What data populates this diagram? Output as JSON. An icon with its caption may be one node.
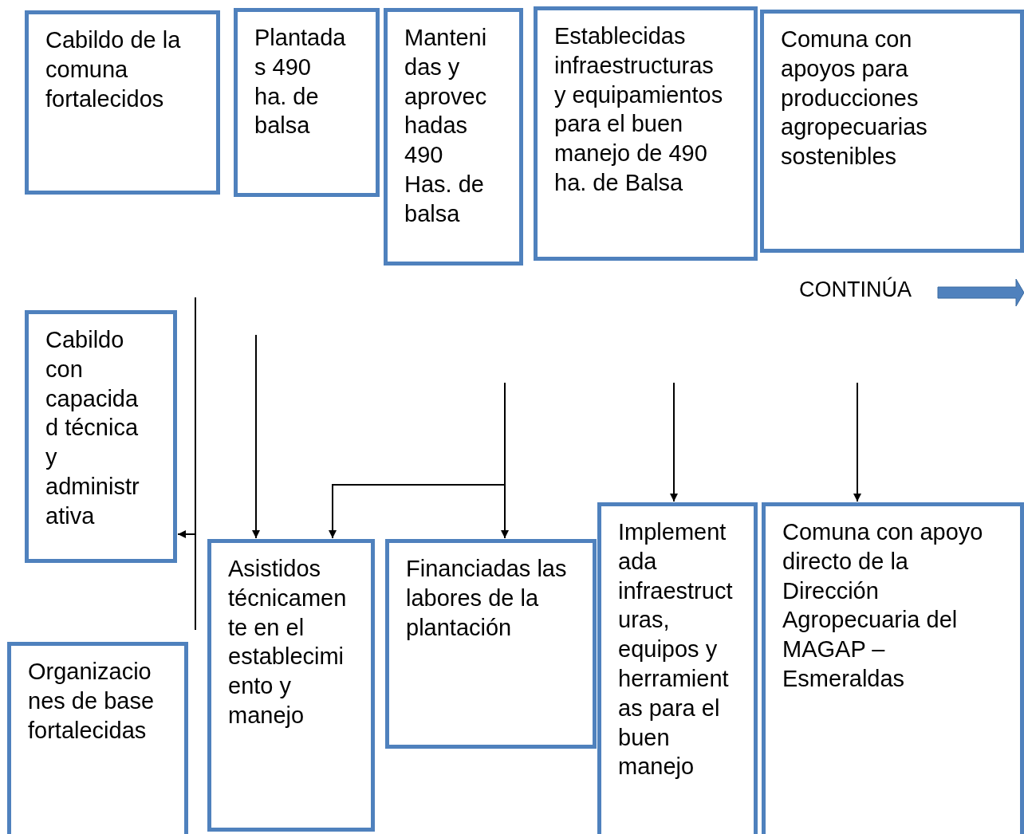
{
  "diagram": {
    "nodes": [
      {
        "text": [
          "Cabildo de la comuna fortalecidos"
        ]
      },
      {
        "text": [
          "Plantadas 490 ha. de balsa"
        ]
      },
      {
        "text": [
          "Mantenidas y aprovechadas 490 Has. de balsa"
        ]
      },
      {
        "text": [
          "Establecidas infraestructuras y equipamientos para el buen manejo de 490 ha. de Balsa"
        ]
      },
      {
        "text": [
          "Comuna con apoyos para producciones agropecuarias sostenibles"
        ]
      },
      {
        "text": [
          "Cabildo con capacidad técnica y administrativa"
        ]
      },
      {
        "text": [
          "Asistidos técnicamente en el establecimiento y manejo"
        ]
      },
      {
        "text": [
          "Financiadas las labores de la plantación"
        ]
      },
      {
        "text": [
          "Implementada infraestructuras, equipos y herramientas para el buen manejo"
        ]
      },
      {
        "text": [
          "Comuna con apoyo directo de la Dirección Agropecuaria del MAGAP – Esmeraldas"
        ]
      },
      {
        "text": [
          "Organizaciones de base fortalecidas"
        ]
      }
    ],
    "edges": [
      {
        "from": null,
        "to": 5,
        "arrow": "to"
      },
      {
        "from": null,
        "to": 6,
        "arrow": "to"
      },
      {
        "from": null,
        "to": 7,
        "arrow": "to"
      },
      {
        "from": null,
        "to": 6,
        "arrow": "to"
      },
      {
        "from": null,
        "to": 8,
        "arrow": "to"
      },
      {
        "from": null,
        "to": 9,
        "arrow": "to"
      }
    ],
    "labels": [
      "CONTINÚA"
    ]
  }
}
